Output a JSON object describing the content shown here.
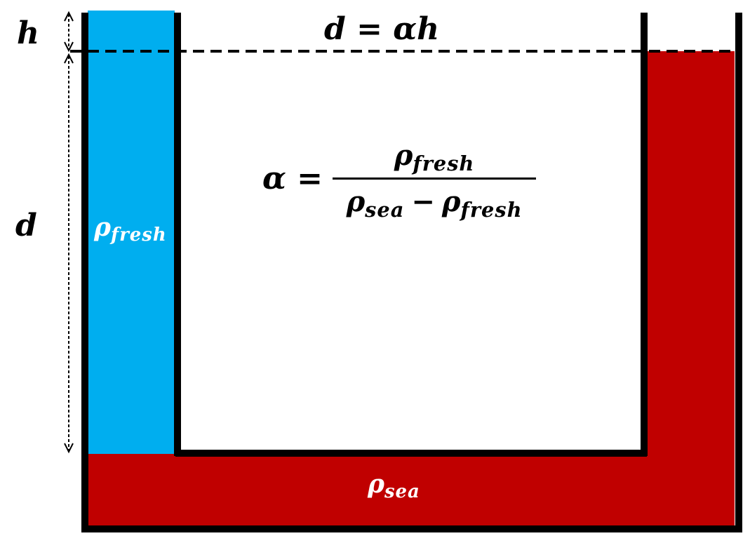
{
  "labels": {
    "h": "h",
    "d": "d",
    "top_equation": "d = αh",
    "alpha_symbol": "α =",
    "rho": "ρ",
    "fresh": "fresh",
    "sea": "sea",
    "minus": "−"
  },
  "colors": {
    "fresh_water": "#00AEEF",
    "sea_water": "#C00000",
    "wall": "#000000",
    "background": "#FFFFFF"
  }
}
